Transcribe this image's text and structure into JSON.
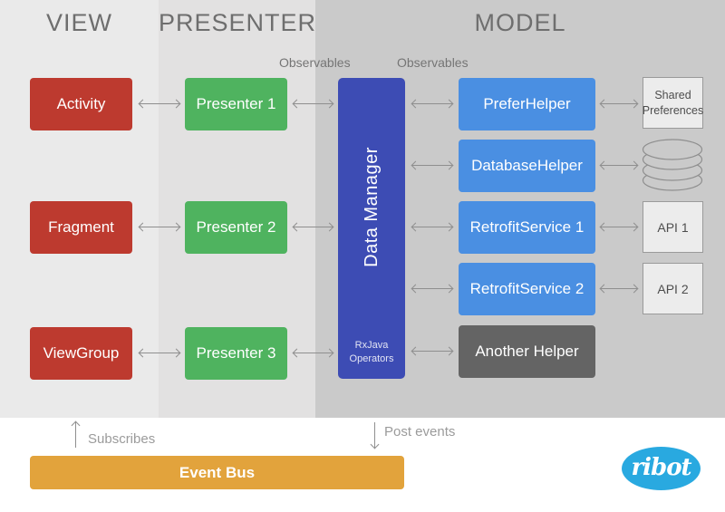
{
  "columns": {
    "view": {
      "heading": "VIEW",
      "boxes": [
        "Activity",
        "Fragment",
        "ViewGroup"
      ]
    },
    "presenter": {
      "heading": "PRESENTER",
      "boxes": [
        "Presenter 1",
        "Presenter 2",
        "Presenter 3"
      ]
    },
    "model": {
      "heading": "MODEL"
    }
  },
  "labels": {
    "observables_left": "Observables",
    "observables_right": "Observables",
    "subscribes": "Subscribes",
    "post_events": "Post events"
  },
  "data_manager": {
    "title": "Data Manager",
    "sub_line1": "RxJava",
    "sub_line2": "Operators"
  },
  "model_boxes": [
    "PreferHelper",
    "DatabaseHelper",
    "RetrofitService 1",
    "RetrofitService 2",
    "Another Helper"
  ],
  "externals": {
    "shared_preferences": "Shared Preferences",
    "database_icon": "database-cylinder-icon",
    "api1": "API 1",
    "api2": "API 2"
  },
  "event_bus": {
    "label": "Event Bus"
  },
  "logo": {
    "text": "ribot"
  },
  "colors": {
    "view_bg": "#eaeaea",
    "presenter_bg": "#e2e1e1",
    "model_bg": "#cacaca",
    "view_box_red": "#bd3a2f",
    "presenter_box_green": "#4fb35f",
    "model_box_blue": "#4a8fe2",
    "data_manager_indigo": "#3d4cb4",
    "another_helper_gray": "#646464",
    "event_bus_orange": "#e2a33c",
    "ribot_blue": "#29a9e0",
    "arrow_gray": "#8f8f8f"
  }
}
